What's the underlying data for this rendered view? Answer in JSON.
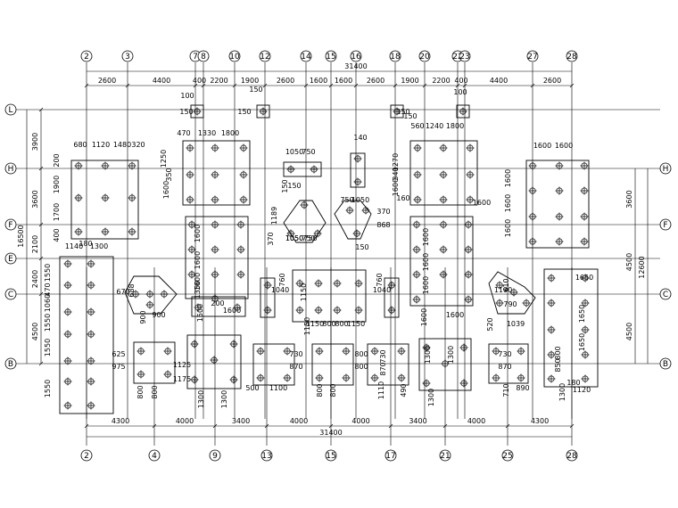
{
  "axes": {
    "top": [
      "2",
      "3",
      "7",
      "8",
      "10",
      "12",
      "14",
      "15",
      "16",
      "18",
      "20",
      "22",
      "23",
      "27",
      "28"
    ],
    "bottom": [
      "2",
      "4",
      "9",
      "13",
      "15",
      "17",
      "21",
      "25",
      "28"
    ],
    "rows": [
      "L",
      "H",
      "F",
      "E",
      "C",
      "B"
    ]
  },
  "dims": {
    "top_total": "31400",
    "top_spans": [
      "2600",
      "4400",
      "400",
      "2200",
      "1900",
      "2600",
      "1600",
      "1600",
      "2600",
      "1900",
      "2200",
      "400",
      "4400",
      "2600"
    ],
    "bottom_spans": [
      "4300",
      "4000",
      "3400",
      "4000",
      "4000",
      "3400",
      "4000",
      "4300"
    ],
    "bottom_total": "31400",
    "left_spans": [
      "3900",
      "3600",
      "2100",
      "2400",
      "4500"
    ],
    "left_total": "16500",
    "right_spans": [
      "3600",
      "4500",
      "4500"
    ],
    "right_total": "12600"
  },
  "notes": [
    {
      "t": "100"
    },
    {
      "t": "150"
    },
    {
      "t": "150"
    },
    {
      "t": "150"
    },
    {
      "t": "100"
    },
    {
      "t": "150"
    },
    {
      "t": "150"
    },
    {
      "t": "470"
    },
    {
      "t": "1330"
    },
    {
      "t": "1800"
    },
    {
      "t": "1250"
    },
    {
      "t": "350"
    },
    {
      "t": "1600"
    },
    {
      "t": "680"
    },
    {
      "t": "1120"
    },
    {
      "t": "1480"
    },
    {
      "t": "320"
    },
    {
      "t": "200"
    },
    {
      "t": "1900"
    },
    {
      "t": "1700"
    },
    {
      "t": "400"
    },
    {
      "t": "1050"
    },
    {
      "t": "750"
    },
    {
      "t": "150"
    },
    {
      "t": "140"
    },
    {
      "t": "1050"
    },
    {
      "t": "750"
    },
    {
      "t": "150"
    },
    {
      "t": "1189"
    },
    {
      "t": "370"
    },
    {
      "t": "1050"
    },
    {
      "t": "750"
    },
    {
      "t": "750"
    },
    {
      "t": "1050"
    },
    {
      "t": "868"
    },
    {
      "t": "370"
    },
    {
      "t": "150"
    },
    {
      "t": "560"
    },
    {
      "t": "1240"
    },
    {
      "t": "1800"
    },
    {
      "t": "340"
    },
    {
      "t": "1270"
    },
    {
      "t": "1600"
    },
    {
      "t": "160"
    },
    {
      "t": "1600"
    },
    {
      "t": "1600"
    },
    {
      "t": "1600"
    },
    {
      "t": "1600"
    },
    {
      "t": "1600"
    },
    {
      "t": "180"
    },
    {
      "t": "1140"
    },
    {
      "t": "1300"
    },
    {
      "t": "470"
    },
    {
      "t": "1550"
    },
    {
      "t": "1060"
    },
    {
      "t": "1550"
    },
    {
      "t": "1550"
    },
    {
      "t": "1550"
    },
    {
      "t": "1600"
    },
    {
      "t": "1600"
    },
    {
      "t": "1600"
    },
    {
      "t": "1350"
    },
    {
      "t": "1500"
    },
    {
      "t": "1600"
    },
    {
      "t": "200"
    },
    {
      "t": "670"
    },
    {
      "t": "688"
    },
    {
      "t": "900"
    },
    {
      "t": "900"
    },
    {
      "t": "1040"
    },
    {
      "t": "760"
    },
    {
      "t": "1150"
    },
    {
      "t": "1150"
    },
    {
      "t": "1150"
    },
    {
      "t": "800"
    },
    {
      "t": "800"
    },
    {
      "t": "1150"
    },
    {
      "t": "1040"
    },
    {
      "t": "760"
    },
    {
      "t": "1600"
    },
    {
      "t": "1600"
    },
    {
      "t": "1600"
    },
    {
      "t": "1600"
    },
    {
      "t": "1600"
    },
    {
      "t": "1600"
    },
    {
      "t": "1190"
    },
    {
      "t": "610"
    },
    {
      "t": "520"
    },
    {
      "t": "790"
    },
    {
      "t": "1039"
    },
    {
      "t": "1650"
    },
    {
      "t": "1650"
    },
    {
      "t": "1650"
    },
    {
      "t": "850"
    },
    {
      "t": "800"
    },
    {
      "t": "1300"
    },
    {
      "t": "1120"
    },
    {
      "t": "180"
    },
    {
      "t": "625"
    },
    {
      "t": "975"
    },
    {
      "t": "800"
    },
    {
      "t": "800"
    },
    {
      "t": "1125"
    },
    {
      "t": "1175"
    },
    {
      "t": "1300"
    },
    {
      "t": "1300"
    },
    {
      "t": "500"
    },
    {
      "t": "1100"
    },
    {
      "t": "730"
    },
    {
      "t": "870"
    },
    {
      "t": "800"
    },
    {
      "t": "800"
    },
    {
      "t": "800"
    },
    {
      "t": "800"
    },
    {
      "t": "730"
    },
    {
      "t": "870"
    },
    {
      "t": "1110"
    },
    {
      "t": "490"
    },
    {
      "t": "1300"
    },
    {
      "t": "1300"
    },
    {
      "t": "1300"
    },
    {
      "t": "710"
    },
    {
      "t": "890"
    },
    {
      "t": "730"
    },
    {
      "t": "870"
    }
  ]
}
